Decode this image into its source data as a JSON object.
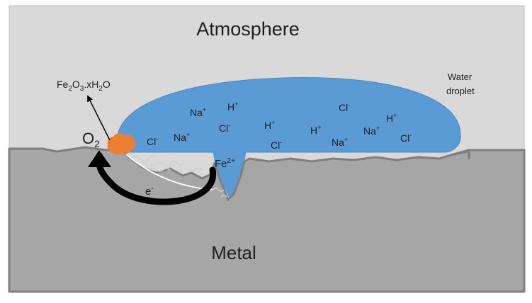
{
  "labels": {
    "atmosphere": "Atmosphere",
    "metal": "Metal",
    "water_droplet_line1": "Water",
    "water_droplet_line2": "droplet",
    "oxygen_base": "O",
    "oxygen_sub": "2",
    "electron_base": "e",
    "electron_sup": "-",
    "iron_ion_base": "Fe",
    "iron_ion_sup": "2+",
    "rust": {
      "fe": "Fe",
      "sub1": "2",
      "o": "O",
      "sub2": "3",
      "rest": ".xH",
      "sub3": "2",
      "tail": "O"
    }
  },
  "ions": [
    {
      "base": "Na",
      "sup": "+"
    },
    {
      "base": "H",
      "sup": "+"
    },
    {
      "base": "Cl",
      "sup": "-"
    },
    {
      "base": "H",
      "sup": "+"
    },
    {
      "base": "Cl",
      "sup": "-"
    },
    {
      "base": "H",
      "sup": "+"
    },
    {
      "base": "Na",
      "sup": "+"
    },
    {
      "base": "H",
      "sup": "+"
    },
    {
      "base": "Na",
      "sup": "+"
    },
    {
      "base": "Cl",
      "sup": "-"
    },
    {
      "base": "Cl",
      "sup": "-"
    },
    {
      "base": "Na",
      "sup": "+"
    },
    {
      "base": "Cl",
      "sup": "-"
    }
  ],
  "colors": {
    "atmosphere_bg": "#d9d9d9",
    "droplet": "#5b9bd5",
    "metal": "#a6a6a6",
    "metal_edge": "#7f7f7f",
    "rust": "#ed7d31",
    "arrow": "#000000",
    "ion_text": "#1f1f1f",
    "frame": "#bfbfbf"
  }
}
